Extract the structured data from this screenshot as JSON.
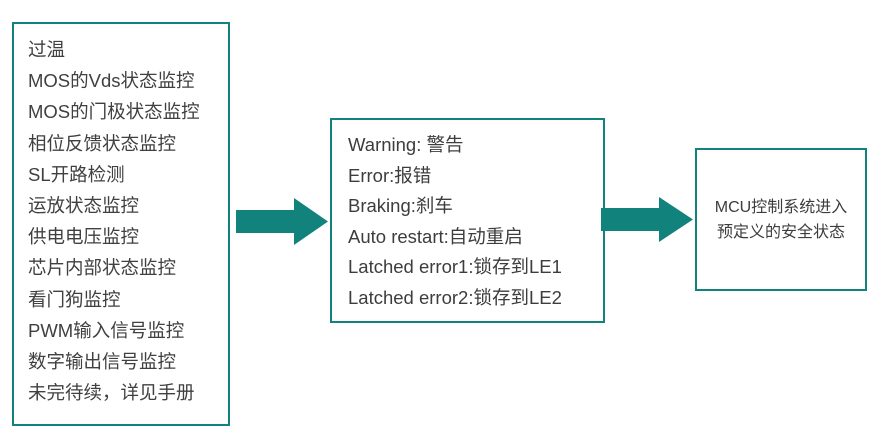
{
  "diagram": {
    "type": "flow",
    "background_color": "#ffffff",
    "accent_color": "#12827c",
    "text_color": "#404040",
    "nodes": [
      {
        "id": "monitors",
        "name": "monitor-feature-list",
        "lines": [
          "过温",
          "MOS的Vds状态监控",
          "MOS的门极状态监控",
          "相位反馈状态监控",
          "SL开路检测",
          "运放状态监控",
          "供电电压监控",
          "芯片内部状态监控",
          "看门狗监控",
          "PWM输入信号监控",
          "数字输出信号监控",
          "未完待续，详见手册"
        ]
      },
      {
        "id": "states",
        "name": "fault-response-list",
        "lines": [
          "Warning: 警告",
          "Error:报错",
          "Braking:刹车",
          "Auto restart:自动重启",
          "Latched error1:锁存到LE1",
          "Latched error2:锁存到LE2"
        ]
      },
      {
        "id": "mcu",
        "name": "mcu-safe-state",
        "lines": [
          "MCU控制系统进入",
          "预定义的安全状态"
        ]
      }
    ],
    "arrows": [
      {
        "id": "arrow-1",
        "name": "arrow-right-icon",
        "from": "monitors",
        "to": "states",
        "direction": "right",
        "color": "#12827c"
      },
      {
        "id": "arrow-2",
        "name": "arrow-right-icon",
        "from": "states",
        "to": "mcu",
        "direction": "right",
        "color": "#12827c"
      }
    ]
  }
}
